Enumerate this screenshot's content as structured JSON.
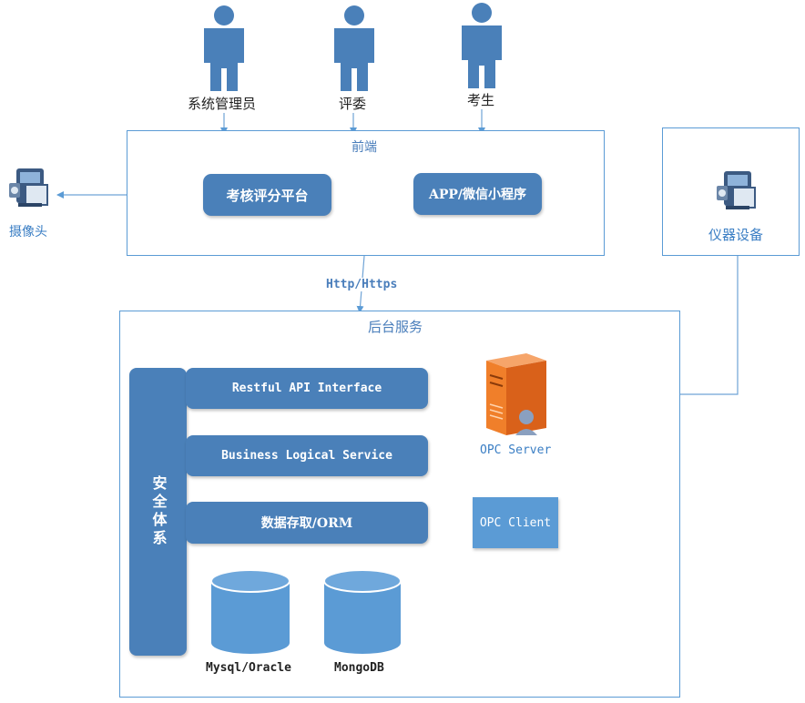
{
  "actors": [
    {
      "label": "系统管理员"
    },
    {
      "label": "评委"
    },
    {
      "label": "考生"
    }
  ],
  "frontend": {
    "title": "前端",
    "platform": "考核评分平台",
    "app": "APP/微信小程序"
  },
  "camera": {
    "label": "摄像头"
  },
  "instrument": {
    "label": "仪器设备"
  },
  "protocol": {
    "label": "Http/Https"
  },
  "backend": {
    "title": "后台服务",
    "security": "安全体系",
    "restful": "Restful API Interface",
    "business": "Business Logical Service",
    "orm": "数据存取/ORM",
    "opc_server": "OPC Server",
    "opc_client": "OPC Client",
    "db1": "Mysql/Oracle",
    "db2": "MongoDB"
  },
  "colors": {
    "box": "#4a80b9",
    "frame": "#5b9bd5",
    "db": "#5b9bd5",
    "arrow": "#5b9bd5",
    "server": "#f07f2a"
  }
}
